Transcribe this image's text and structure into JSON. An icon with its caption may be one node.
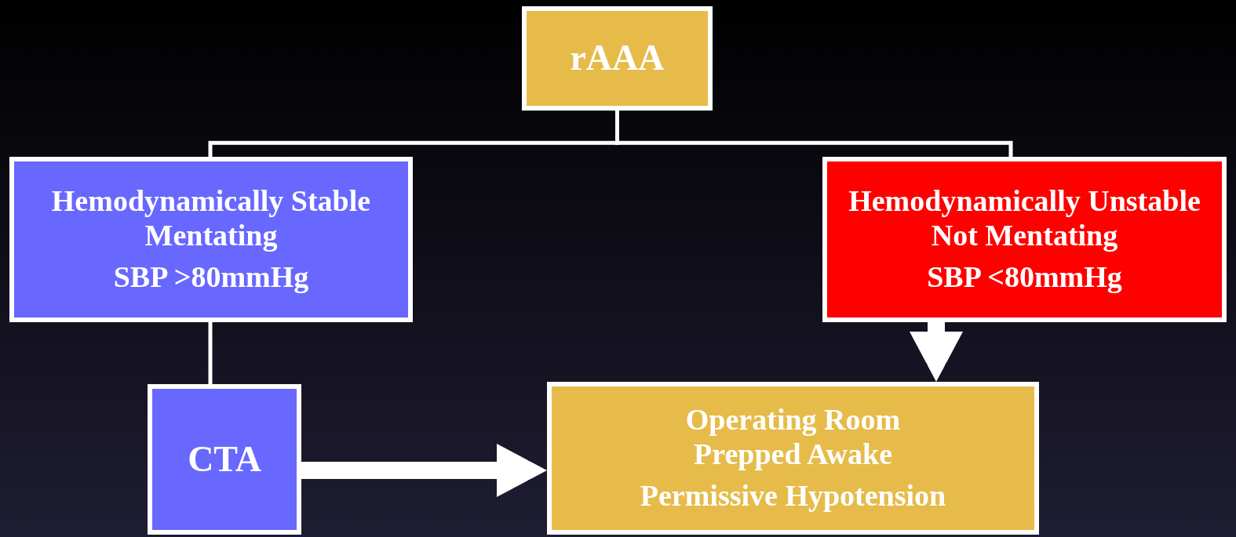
{
  "diagram": {
    "nodes": [
      {
        "text": [
          "rAAA"
        ]
      },
      {
        "text": [
          "Hemodynamically Stable Mentating",
          "SBP >80mmHg"
        ]
      },
      {
        "text": [
          "Hemodynamically Unstable Not Mentating",
          "SBP <80mmHg"
        ]
      },
      {
        "text": [
          "CTA"
        ]
      },
      {
        "text": [
          "Operating Room Prepped Awake",
          "Permissive Hypotension"
        ]
      }
    ],
    "edges": [
      {
        "from": 0,
        "to": 1,
        "arrow": "none"
      },
      {
        "from": 0,
        "to": 2,
        "arrow": "none"
      },
      {
        "from": 1,
        "to": 3,
        "arrow": "none"
      },
      {
        "from": 2,
        "to": 4,
        "arrow": "to",
        "style": "thick"
      },
      {
        "from": 3,
        "to": 4,
        "arrow": "to",
        "style": "thick"
      }
    ]
  }
}
